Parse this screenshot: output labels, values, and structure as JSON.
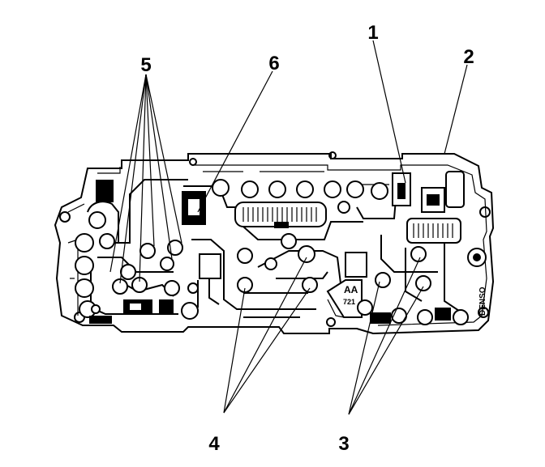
{
  "diagram": {
    "callouts": {
      "c1": "1",
      "c2": "2",
      "c3": "3",
      "c4": "4",
      "c5": "5",
      "c6": "6"
    },
    "board_markings": {
      "aa": "AA",
      "code": "721",
      "maker": "DENSO"
    },
    "colors": {
      "ink": "#000000",
      "paper": "#ffffff"
    }
  }
}
